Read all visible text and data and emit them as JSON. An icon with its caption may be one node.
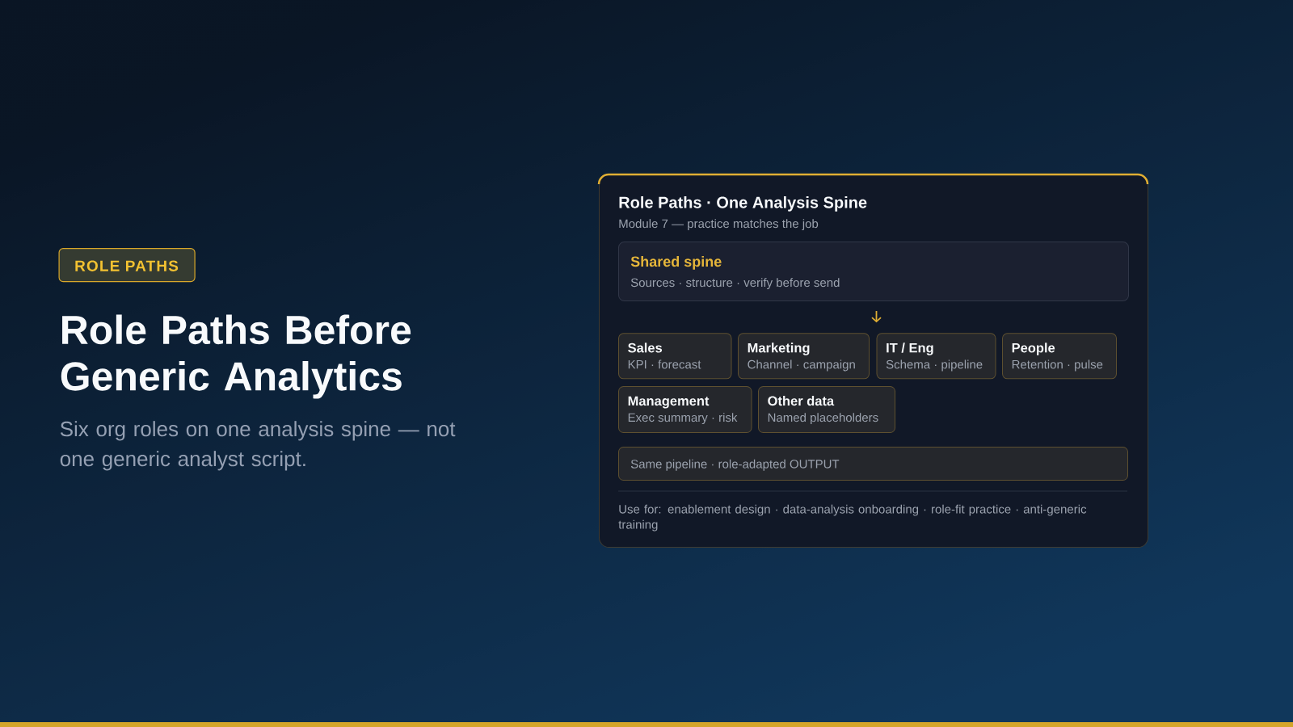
{
  "diagram": {
    "title": "Role Paths Before Generic Analytics",
    "nodes": [
      {
        "text": [
          "ROLE PATHS"
        ]
      },
      {
        "text": [
          "Role Paths · One Analysis Spine",
          "Module 7 — practice matches the job",
          "Use for: enablement design · data-analysis onboarding · role-fit practice · anti-generic training"
        ]
      },
      {
        "text": [
          "Shared spine",
          "Sources · structure · verify before send"
        ],
        "in": 1
      },
      {
        "text": [
          "Sales",
          "KPI · forecast"
        ],
        "in": 1
      },
      {
        "text": [
          "Marketing",
          "Channel · campaign"
        ],
        "in": 1
      },
      {
        "text": [
          "IT / Eng",
          "Schema · pipeline"
        ],
        "in": 1
      },
      {
        "text": [
          "People",
          "Retention · pulse"
        ],
        "in": 1
      },
      {
        "text": [
          "Management",
          "Exec summary · risk"
        ],
        "in": 1
      },
      {
        "text": [
          "Other data",
          "Named placeholders"
        ],
        "in": 1
      },
      {
        "text": [
          "Same pipeline · role-adapted OUTPUT"
        ],
        "in": 1
      }
    ],
    "edges": [
      {
        "from": 2,
        "to": 5,
        "arrow": "to"
      }
    ],
    "labels": [
      "Six org roles on one analysis spine — not one generic analyst script."
    ]
  }
}
